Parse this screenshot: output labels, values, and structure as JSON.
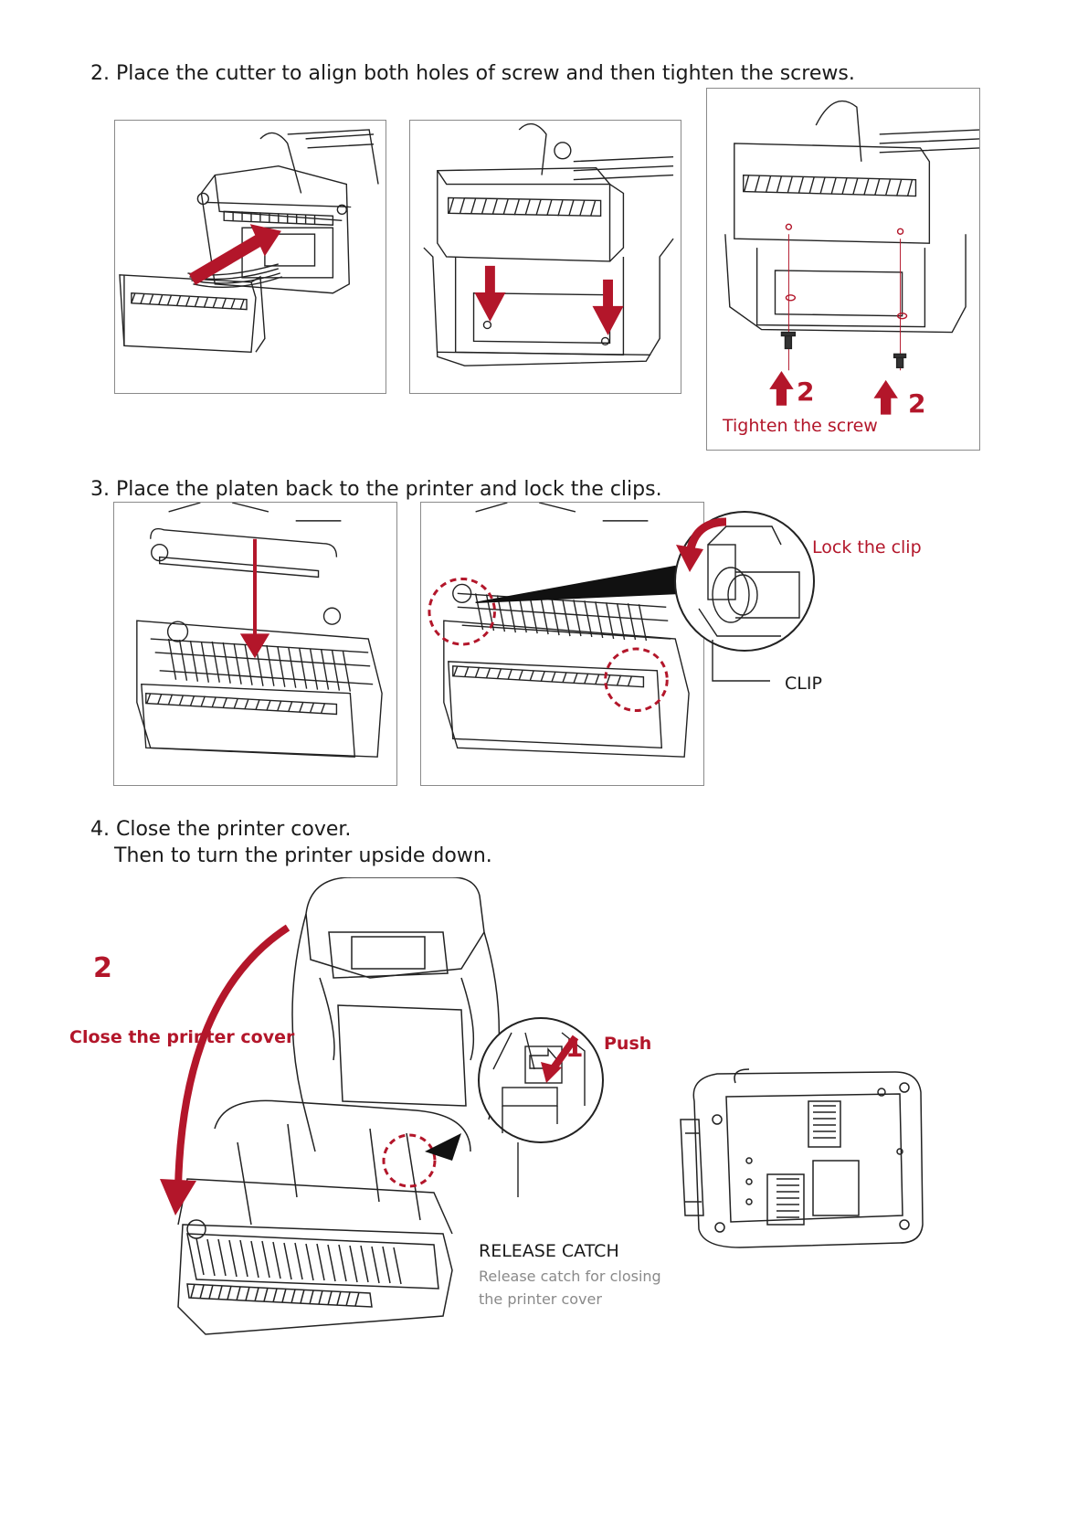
{
  "steps": {
    "step2": "2. Place the cutter to align both holes of screw and then tighten the screws.",
    "step3": "3. Place the platen back to the printer and lock the clips.",
    "step4_line1": "4. Close the printer cover.",
    "step4_line2": "Then to turn the printer upside down."
  },
  "callouts": {
    "screw_num_left": "2",
    "screw_num_right": "2",
    "tighten": "Tighten the screw",
    "lock_clip": "Lock the clip",
    "clip": "CLIP",
    "cover_num": "2",
    "close_cover": "Close the printer cover",
    "push_num": "1",
    "push": "Push",
    "release_catch": "RELEASE CATCH",
    "release_desc_1": "Release catch for closing",
    "release_desc_2": "the printer cover"
  },
  "colors": {
    "accent": "#b3162a",
    "line": "#222222",
    "frame": "#8a8a8a"
  }
}
